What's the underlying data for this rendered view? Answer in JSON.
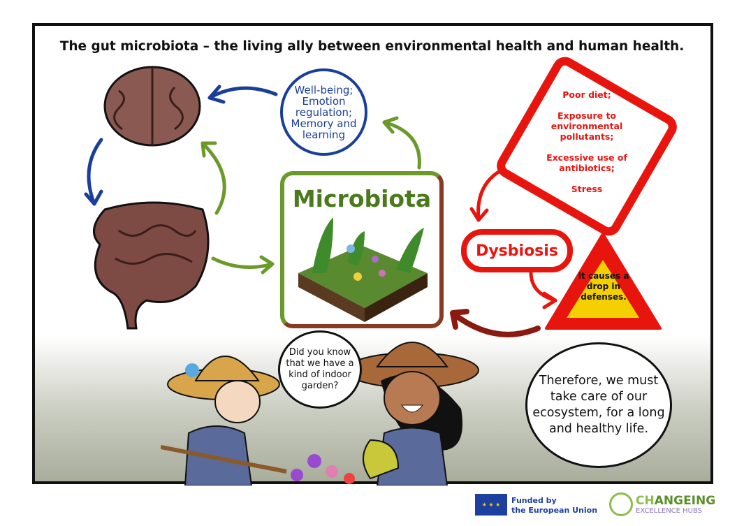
{
  "title": "The gut microbiota – the living ally between environmental health and human health.",
  "wellbeing": {
    "line1": "Well-being;",
    "line2": "Emotion",
    "line3": "regulation;",
    "line4": "Memory and",
    "line5": "learning"
  },
  "microbiota": "Microbiota",
  "risks": [
    "Poor diet;",
    "Exposure to environmental pollutants;",
    "Excessive use of antibiotics;",
    "Stress"
  ],
  "dysbiosis": "Dysbiosis",
  "warning": "It causes a drop in defenses.",
  "bubble1": "Did you know that we have a kind of indoor garden?",
  "bubble2": "Therefore, we must take care of our ecosystem, for a long and healthy life.",
  "footer": {
    "eu_line1": "Funded by",
    "eu_line2": "the European Union",
    "brand_a": "CH",
    "brand_b": "AN",
    "brand_c": "GEING",
    "brand_sub": "EXCELLENCE HUBS"
  },
  "colors": {
    "blue": "#1a3f9a",
    "green": "#6a9a2a",
    "red": "#e8140e",
    "yellow": "#f5d000"
  }
}
